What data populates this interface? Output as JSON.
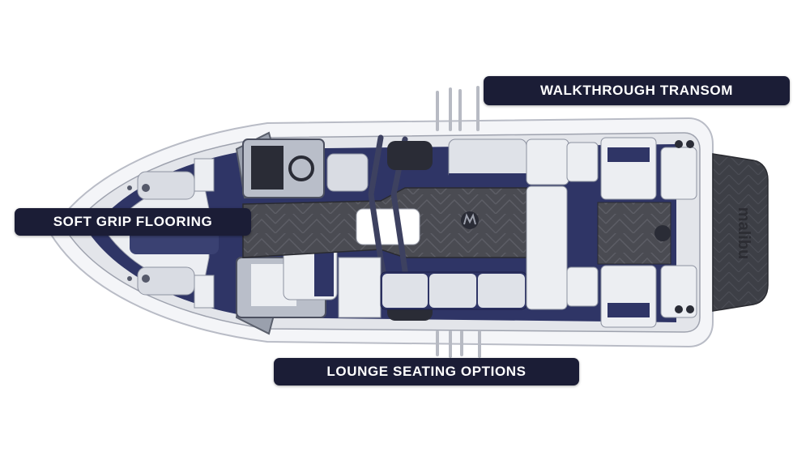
{
  "callouts": {
    "walkthrough_transom": "WALKTHROUGH TRANSOM",
    "soft_grip_flooring": "SOFT GRIP FLOORING",
    "lounge_seating_options": "LOUNGE SEATING OPTIONS"
  },
  "colors": {
    "callout_bg": "#1b1d36",
    "callout_text": "#ffffff",
    "hull_outline": "#b9bcc6",
    "upholstery_navy": "#2f3566",
    "upholstery_white": "#eceef2",
    "deck_gray": "#4a4b52",
    "swim_platform": "#3d3f46"
  },
  "icons": {
    "brand_logo": "malibu-m-logo",
    "platform_lettering": "malibu-lettering"
  }
}
